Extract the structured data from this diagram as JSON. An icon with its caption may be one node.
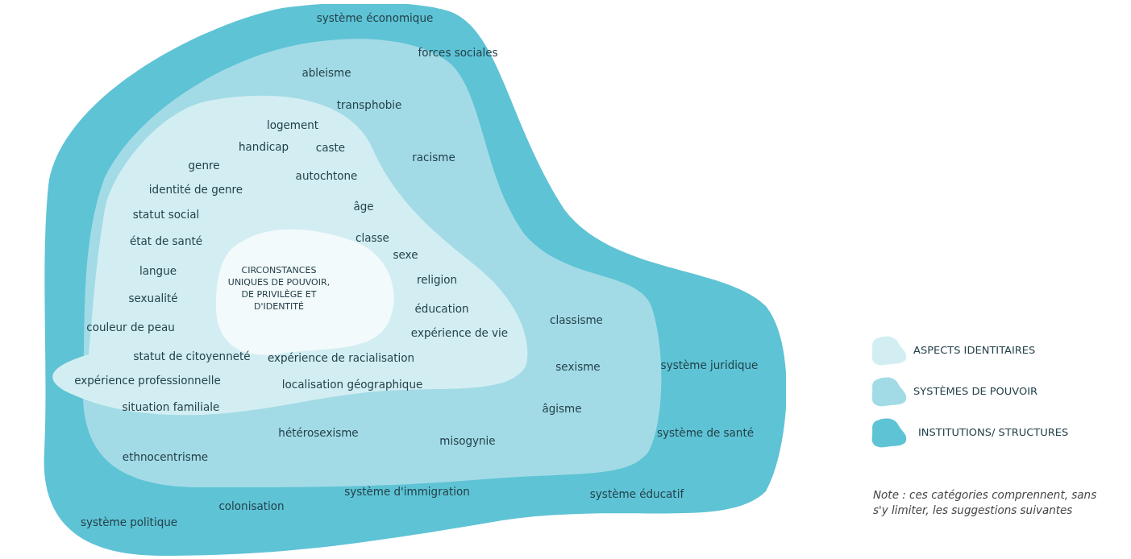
{
  "diagram": {
    "nodes": [
      {
        "text": [
          "système économique",
          "forces sociales",
          "système juridique",
          "système de santé",
          "système d'immigration",
          "système éducatif",
          "colonisation",
          "système politique"
        ]
      },
      {
        "text": [
          "ableisme",
          "transphobie",
          "racisme",
          "classisme",
          "sexisme",
          "âgisme",
          "hétérosexisme",
          "misogynie",
          "ethnocentrisme"
        ],
        "in": 0
      },
      {
        "text": [
          "logement",
          "handicap",
          "caste",
          "genre",
          "autochtone",
          "identité de genre",
          "statut social",
          "âge",
          "état de santé",
          "classe",
          "langue",
          "sexe",
          "sexualité",
          "religion",
          "couleur de peau",
          "éducation",
          "expérience de vie",
          "statut de citoyenneté",
          "expérience de racialisation",
          "expérience professionnelle",
          "localisation géographique",
          "situation familiale"
        ],
        "in": 1
      },
      {
        "text": [
          "CIRCONSTANCES UNIQUES DE POUVOIR, DE PRIVILÈGE ET D'IDENTITÉ"
        ],
        "in": 2
      }
    ],
    "edges": [],
    "labels": [
      "Note : ces catégories comprennent, sans s'y limiter, les suggestions suivantes"
    ],
    "legend": [
      {
        "text": "ASPECTS IDENTITAIRES",
        "color": "#d3eef3"
      },
      {
        "text": "SYSTÈMES DE POUVOIR",
        "color": "#a2dbe6"
      },
      {
        "text": "INSTITUTIONS/ STRUCTURES",
        "color": "#5ec3d5"
      }
    ]
  }
}
